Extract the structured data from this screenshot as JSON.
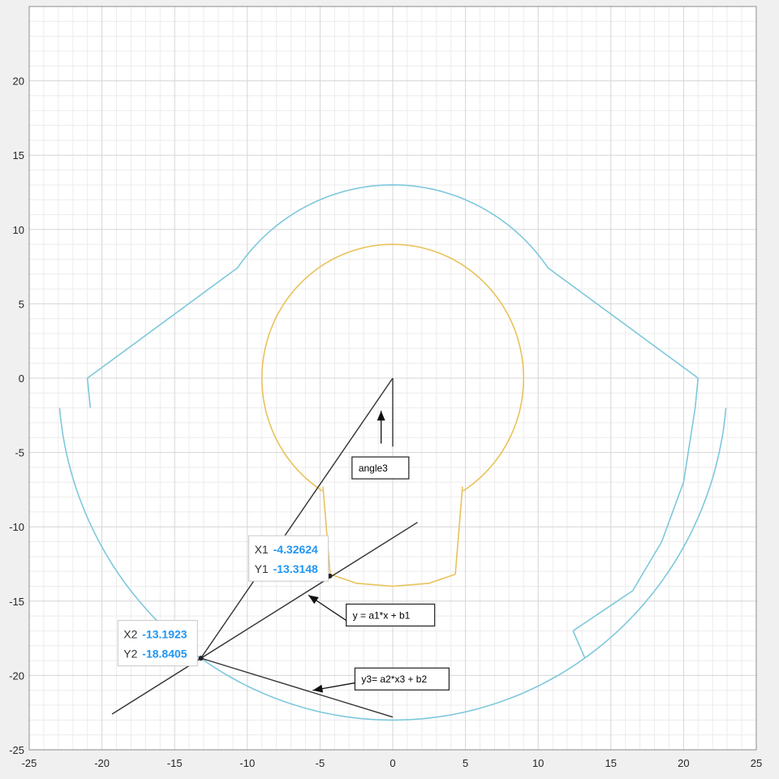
{
  "chart_data": {
    "type": "line",
    "title": "",
    "xlabel": "",
    "ylabel": "",
    "xlim": [
      -25,
      25
    ],
    "ylim": [
      -25,
      25
    ],
    "xticks": [
      -25,
      -20,
      -15,
      -10,
      -5,
      0,
      5,
      10,
      15,
      20,
      25
    ],
    "yticks": [
      -25,
      -20,
      -15,
      -10,
      -5,
      0,
      5,
      10,
      15,
      20
    ],
    "grid": true,
    "minor_grid": true,
    "colors": {
      "outer": "#7ec8dc",
      "inner": "#e8c25a",
      "lines": "#333333",
      "datatip_value": "#2196f3",
      "plot_bg": "#ffffff",
      "figure_bg": "#f0f0f0"
    },
    "series": [
      {
        "key": "outer",
        "shape": "outer-boundary",
        "top_arc": {
          "center": [
            0,
            0
          ],
          "radius": 13,
          "from_deg": 34.5,
          "to_deg": 145.5
        },
        "bottom_arc": {
          "center": [
            0,
            0
          ],
          "radius": 23,
          "from_deg": 215,
          "to_deg": 305
        },
        "left_segment": [
          [
            -10.7,
            7.4
          ],
          [
            -21,
            0
          ],
          [
            -20.8,
            -2
          ]
        ],
        "right_segment": [
          [
            10.7,
            7.4
          ],
          [
            21,
            0
          ],
          [
            20.8,
            -2
          ]
        ],
        "right_notch": [
          [
            13.2,
            -18.8
          ],
          [
            12.4,
            -17
          ]
        ]
      },
      {
        "key": "inner",
        "shape": "keyhole",
        "arc": {
          "center": [
            0,
            0
          ],
          "radius": 9,
          "from_deg": -57.5,
          "to_deg": 237.5
        },
        "stem": [
          [
            4.8,
            -7.3
          ],
          [
            4.3,
            -13.2
          ],
          [
            -4.3,
            -13.2
          ],
          [
            -4.8,
            -7.3
          ]
        ],
        "bottom_y": -14
      },
      {
        "key": "line-a1",
        "x": [
          -19.3,
          1.7
        ],
        "y": [
          -22.6,
          -9.7
        ]
      },
      {
        "key": "line-ray",
        "x": [
          -13.19,
          0
        ],
        "y": [
          -18.84,
          0
        ]
      },
      {
        "key": "line-a2",
        "x": [
          -13.19,
          0
        ],
        "y": [
          -18.84,
          -22.8
        ]
      },
      {
        "key": "line-vertical",
        "x": [
          0,
          0
        ],
        "y": [
          0,
          -4.6
        ]
      }
    ],
    "points": [
      {
        "x": -4.32624,
        "y": -13.3148
      },
      {
        "x": -13.1923,
        "y": -18.8405
      }
    ],
    "annotations": [
      {
        "key": "angle3",
        "text": "angle3",
        "box": [
          -2.8,
          -5.3
        ],
        "arrow_from": [
          -0.8,
          -4.4
        ],
        "arrow_to": [
          -0.8,
          -2.2
        ]
      },
      {
        "key": "eq1",
        "text": "y = a1*x + b1",
        "box": [
          -3.2,
          -15.2
        ],
        "arrow_from": [
          -3.2,
          -16.3
        ],
        "arrow_to": [
          -5.8,
          -14.6
        ]
      },
      {
        "key": "eq2",
        "text": "y3= a2*x3 + b2",
        "box": [
          -2.6,
          -19.5
        ],
        "arrow_from": [
          -2.6,
          -20.5
        ],
        "arrow_to": [
          -5.5,
          -21.0
        ]
      }
    ],
    "datatips": [
      {
        "key": "tip1",
        "anchor": [
          -9.9,
          -10.6
        ],
        "x_label": "X1",
        "x_value": "-4.32624",
        "y_label": "Y1",
        "y_value": "-13.3148"
      },
      {
        "key": "tip2",
        "anchor": [
          -18.9,
          -16.3
        ],
        "x_label": "X2",
        "x_value": "-13.1923",
        "y_label": "Y2",
        "y_value": "-18.8405"
      }
    ]
  }
}
